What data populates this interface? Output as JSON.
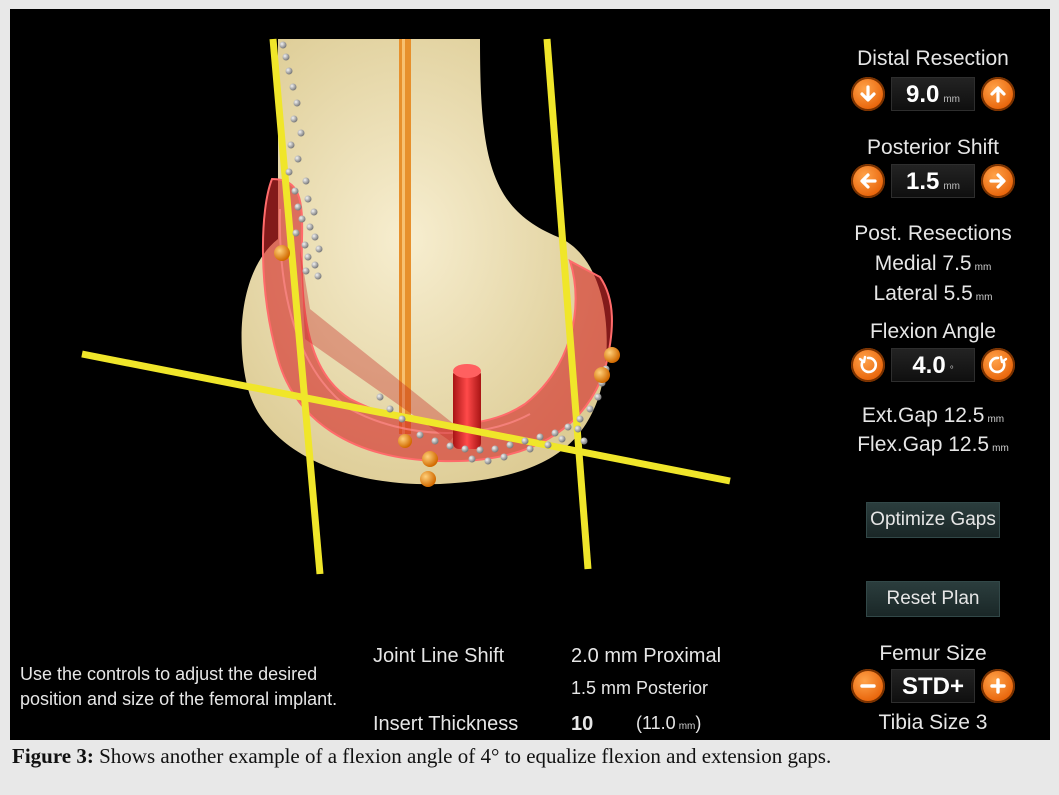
{
  "controls": {
    "distal_resection": {
      "label": "Distal Resection",
      "value": "9.0",
      "unit": "mm"
    },
    "posterior_shift": {
      "label": "Posterior Shift",
      "value": "1.5",
      "unit": "mm"
    },
    "post_resections": {
      "label": "Post. Resections",
      "medial": "Medial 7.5",
      "lateral": "Lateral 5.5",
      "unit": "mm"
    },
    "flexion_angle": {
      "label": "Flexion Angle",
      "value": "4.0",
      "unit": "°"
    },
    "gaps": {
      "ext": "Ext.Gap 12.5",
      "flex": "Flex.Gap 12.5",
      "unit": "mm"
    },
    "optimize_label": "Optimize Gaps",
    "reset_label": "Reset Plan",
    "femur_size": {
      "label": "Femur Size",
      "value": "STD+"
    },
    "tibia_size": "Tibia Size 3"
  },
  "info": {
    "instructions_line1": "Use the controls to adjust the desired",
    "instructions_line2": "position and size of the femoral implant.",
    "joint_line_label": "Joint Line Shift",
    "joint_line_value1": "2.0 mm Proximal",
    "joint_line_value2": "1.5 mm Posterior",
    "insert_label": "Insert Thickness",
    "insert_value": "10",
    "insert_paren_open": "(11.0",
    "insert_unit": "mm",
    "insert_paren_close": ")"
  },
  "caption": {
    "label": "Figure 3:",
    "text": "Shows another example of a flexion angle of 4° to equalize flexion and extension gaps."
  },
  "colors": {
    "accent": "#e8640a",
    "guide": "#f0e62a",
    "bone": "#efe3b6",
    "implant": "#d42a2a"
  }
}
